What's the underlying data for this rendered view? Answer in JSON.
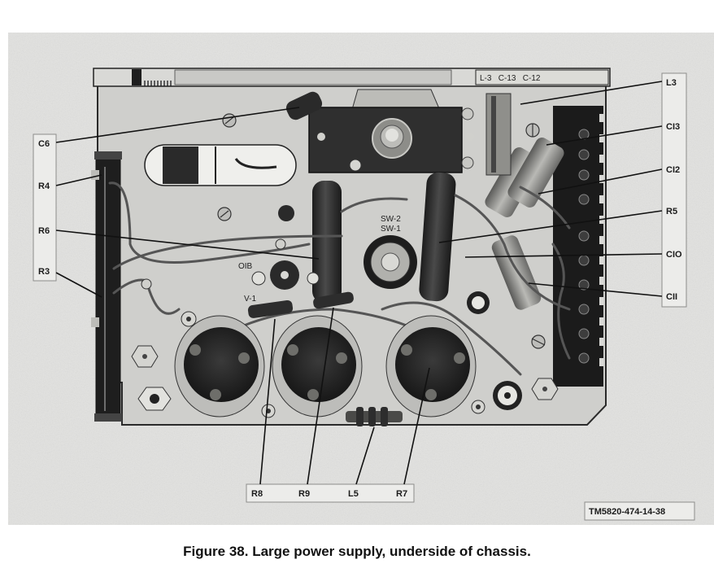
{
  "figure": {
    "caption": "Figure 38.  Large power supply, underside of chassis.",
    "plate_id": "TM5820-474-14-38",
    "left_callouts": [
      "C6",
      "R4",
      "R6",
      "R3"
    ],
    "right_callouts": [
      "L3",
      "CI3",
      "CI2",
      "R5",
      "CIO",
      "CII"
    ],
    "bottom_callouts": [
      "R8",
      "R9",
      "L5",
      "R7"
    ],
    "top_strip_label": "L-3   C-13   C-12",
    "chassis_markings": {
      "switch_upper": "SW-2",
      "switch_lower": "SW-1",
      "tube": "V-1",
      "socket": "OIB"
    }
  }
}
